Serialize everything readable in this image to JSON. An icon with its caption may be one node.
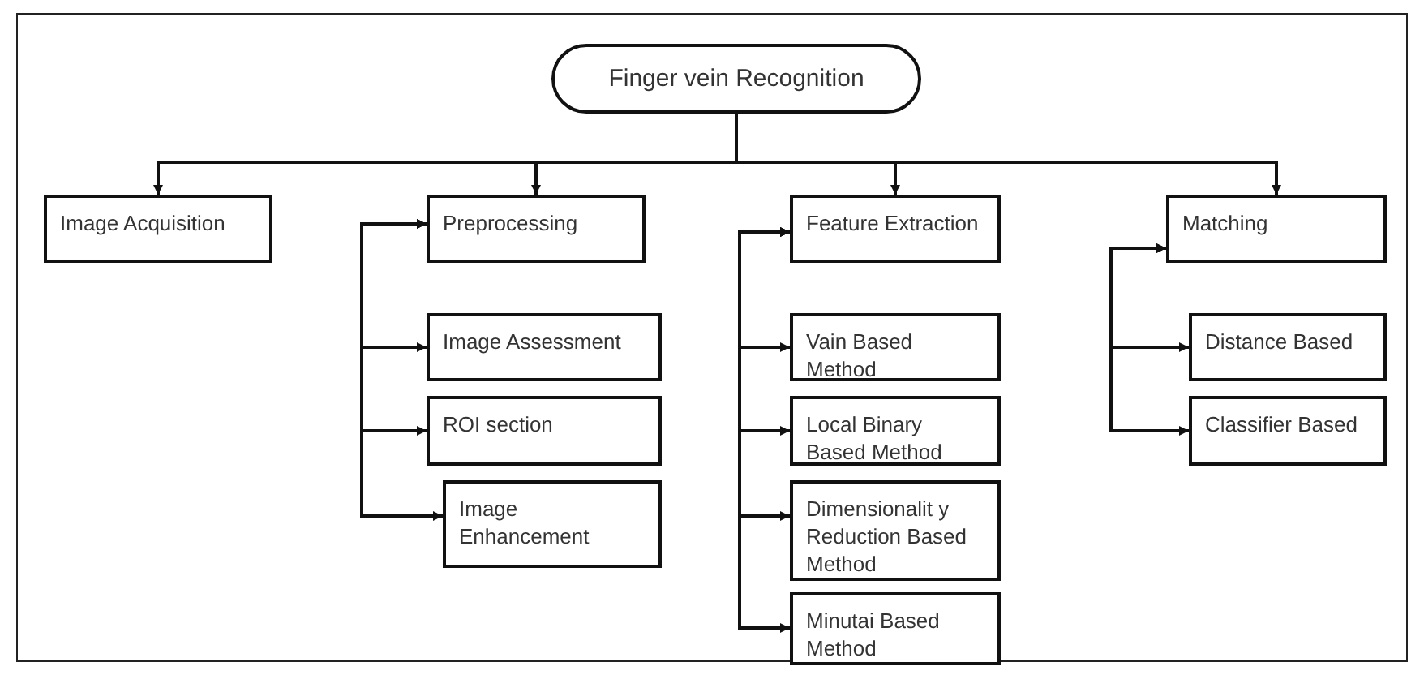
{
  "diagram": {
    "nodes": [
      {
        "text": [
          "Finger vein Recognition"
        ]
      },
      {
        "text": [
          "Image Acquisition"
        ]
      },
      {
        "text": [
          "Preprocessing"
        ]
      },
      {
        "text": [
          "Feature Extraction"
        ]
      },
      {
        "text": [
          "Matching"
        ]
      },
      {
        "text": [
          "Image Assessment"
        ]
      },
      {
        "text": [
          "ROI section"
        ]
      },
      {
        "text": [
          "Image Enhancement"
        ]
      },
      {
        "text": [
          "Vain Based Method"
        ]
      },
      {
        "text": [
          "Local Binary Based Method"
        ]
      },
      {
        "text": [
          "Dimensionalit y Reduction Based Method"
        ]
      },
      {
        "text": [
          "Minutai Based Method"
        ]
      },
      {
        "text": [
          "Distance Based"
        ]
      },
      {
        "text": [
          "Classifier Based"
        ]
      }
    ],
    "edges": [
      {
        "from": 0,
        "to": 1,
        "arrow": "to"
      },
      {
        "from": 0,
        "to": 2,
        "arrow": "to"
      },
      {
        "from": 0,
        "to": 3,
        "arrow": "to"
      },
      {
        "from": 0,
        "to": 4,
        "arrow": "to"
      },
      {
        "from": 2,
        "to": 5,
        "arrow": "both"
      },
      {
        "from": 2,
        "to": 6,
        "arrow": "both"
      },
      {
        "from": 2,
        "to": 7,
        "arrow": "both"
      },
      {
        "from": 3,
        "to": 8,
        "arrow": "both"
      },
      {
        "from": 3,
        "to": 9,
        "arrow": "both"
      },
      {
        "from": 3,
        "to": 10,
        "arrow": "both"
      },
      {
        "from": 3,
        "to": 11,
        "arrow": "both"
      },
      {
        "from": 4,
        "to": 12,
        "arrow": "both"
      },
      {
        "from": 4,
        "to": 13,
        "arrow": "both"
      }
    ]
  }
}
